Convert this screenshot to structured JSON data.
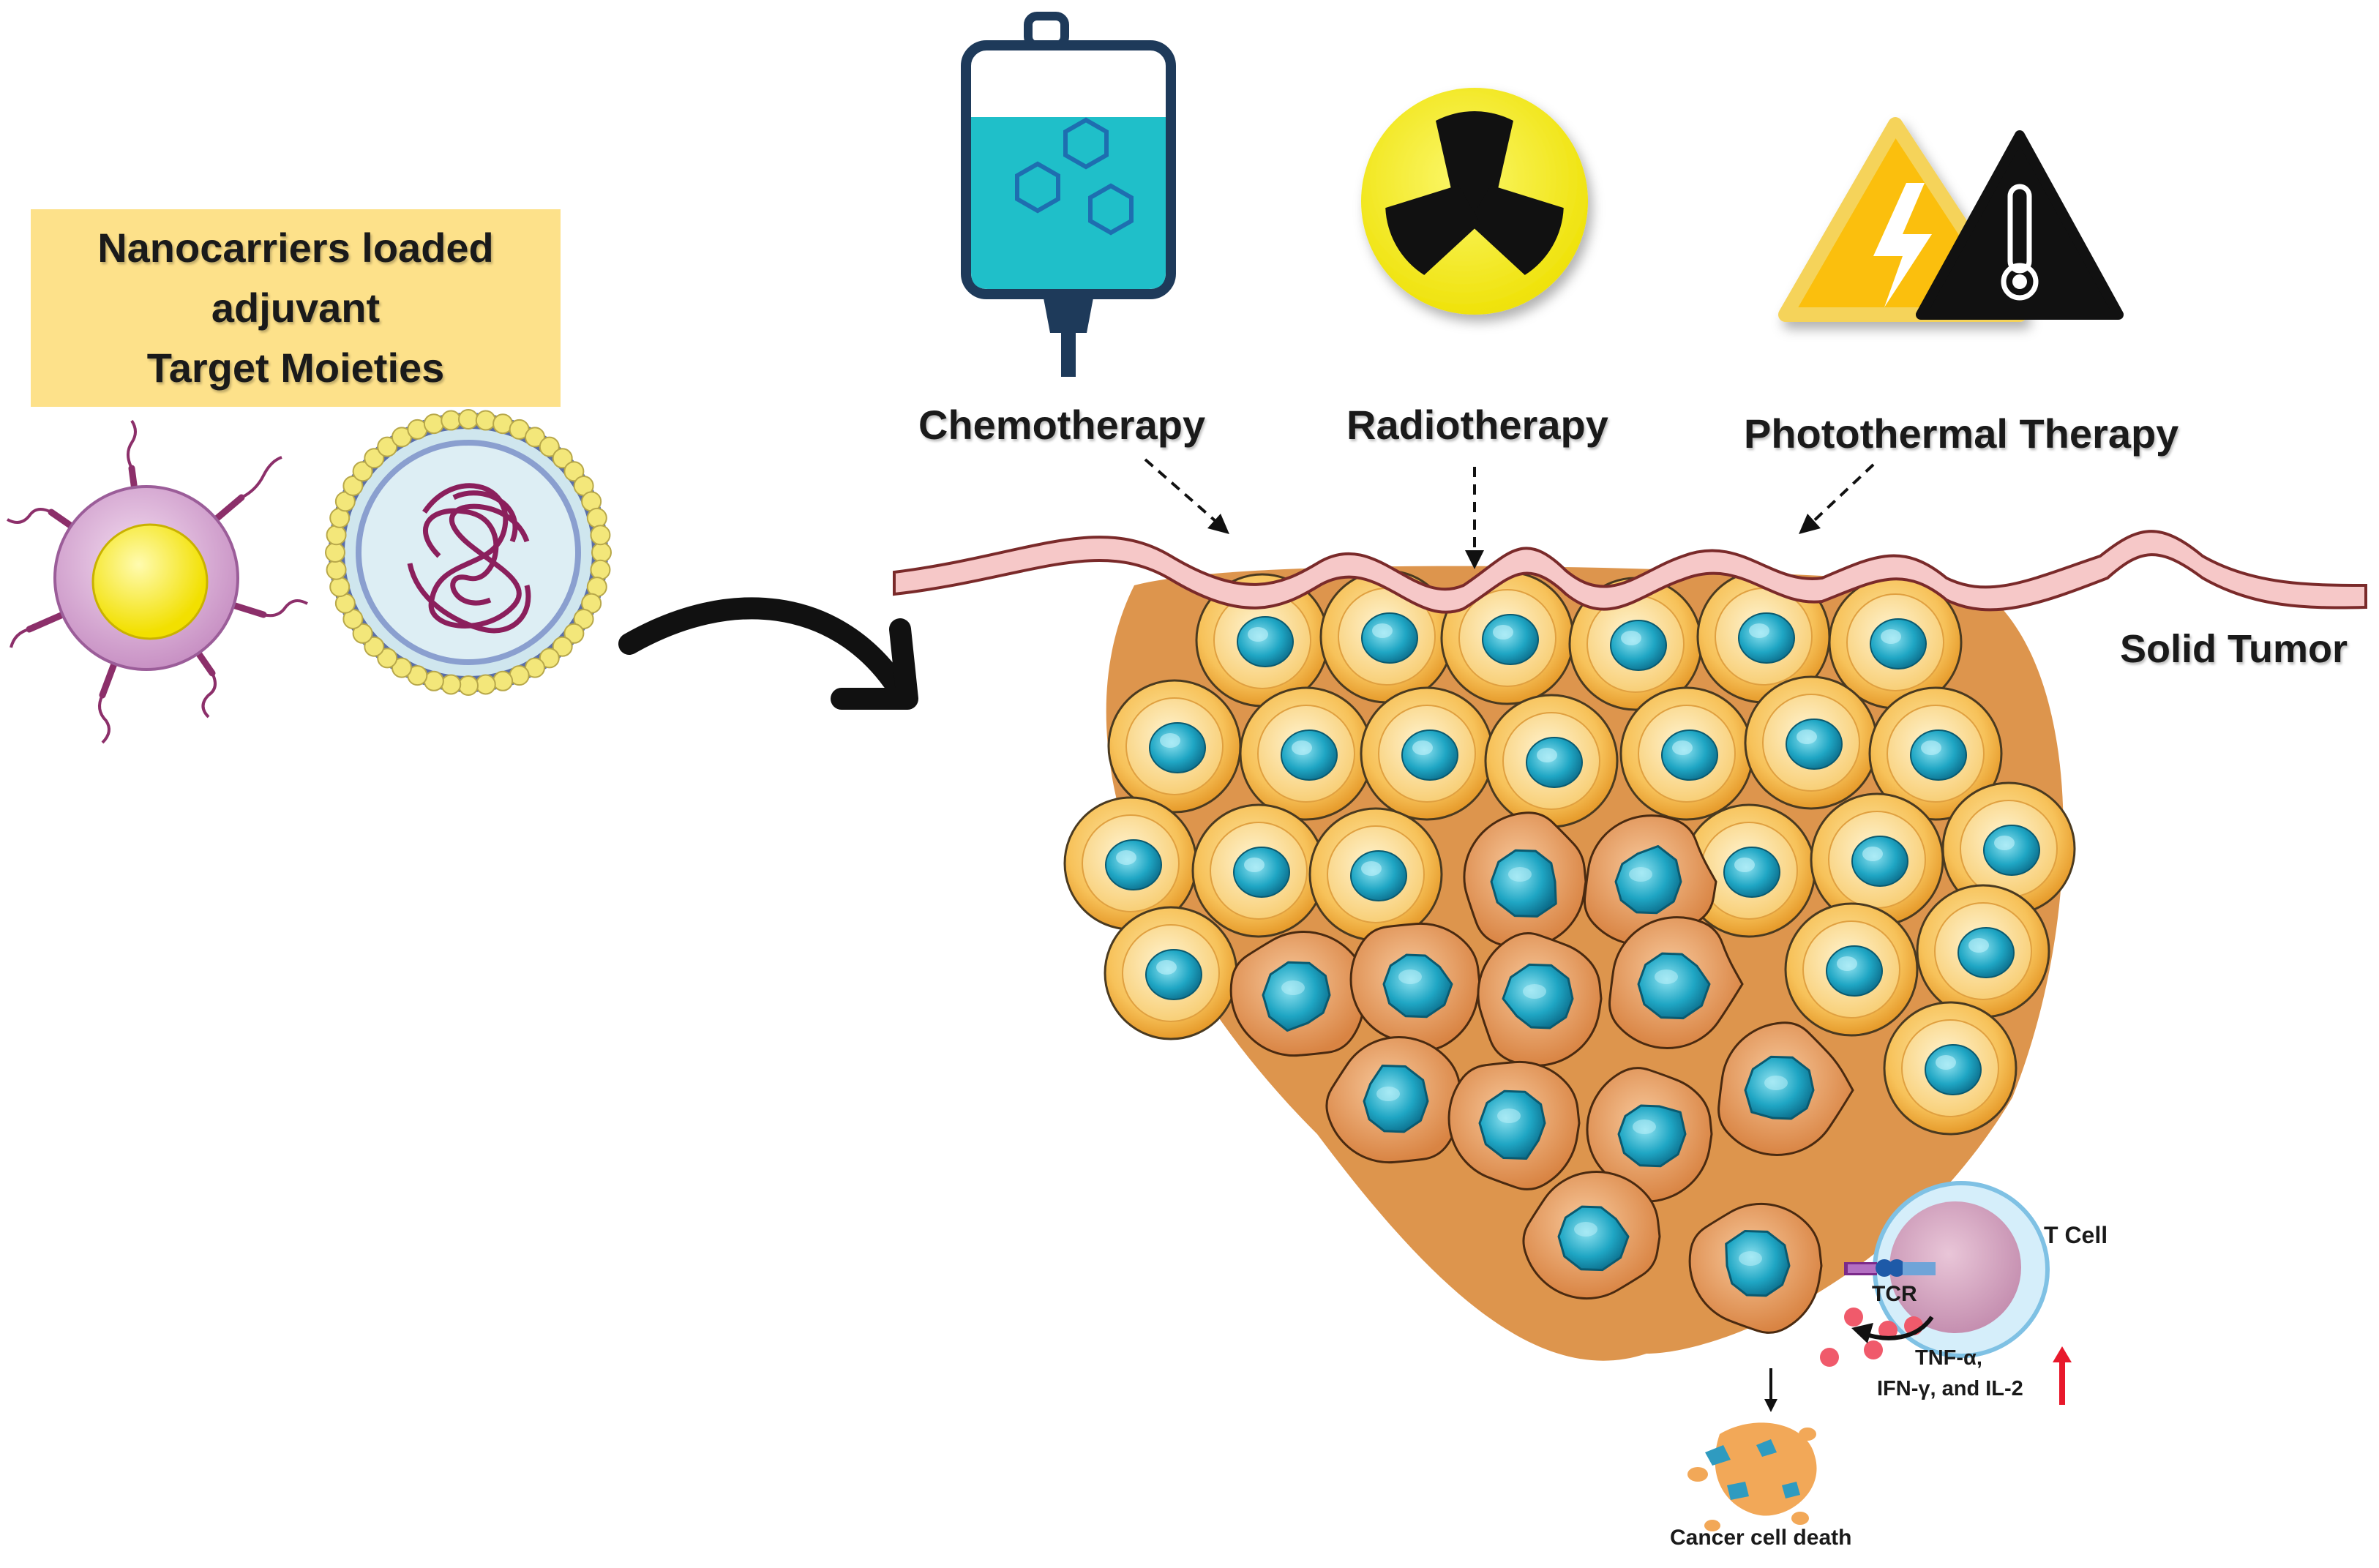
{
  "nanocarrier_box": {
    "line1": "Nanocarriers loaded",
    "line2": "adjuvant",
    "line3": "Target Moieties"
  },
  "therapies": {
    "chemo": "Chemotherapy",
    "radio": "Radiotherapy",
    "photo": "Photothermal Therapy"
  },
  "tumor_label": "Solid Tumor",
  "tcell_label": "T Cell",
  "tcr_label": "TCR",
  "cytokines": {
    "line1": "TNF-α,",
    "line2": "IFN-γ, and IL-2"
  },
  "death_label": "Cancer cell death",
  "colors": {
    "box_fill": "#fde18a",
    "cell_outer": "#f5b546",
    "cell_nucleus": "#1fa6c4",
    "stressed_cell": "#e8a062",
    "membrane": "#f6c8c8",
    "radiation_yellow": "#f4ef0c",
    "warning_yellow": "#fbbf0e",
    "iv_bag_liquid": "#1fbfc9",
    "tcell": "#d8a7c2",
    "arrow_red": "#e8182b"
  },
  "icons": [
    "iv-bag-icon",
    "radiation-icon",
    "high-voltage-warning-icon",
    "thermometer-warning-icon"
  ]
}
